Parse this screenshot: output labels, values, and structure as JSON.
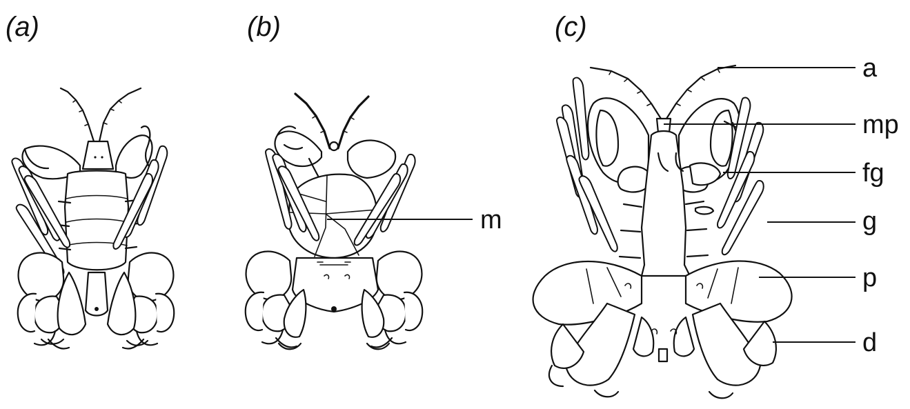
{
  "panels": [
    {
      "label": "(a)"
    },
    {
      "label": "(b)"
    },
    {
      "label": "(c)"
    }
  ],
  "callouts": {
    "b": [
      {
        "text": "m"
      }
    ],
    "c": [
      {
        "text": "a"
      },
      {
        "text": "mp"
      },
      {
        "text": "fg"
      },
      {
        "text": "g"
      },
      {
        "text": "p"
      },
      {
        "text": "d"
      }
    ]
  }
}
